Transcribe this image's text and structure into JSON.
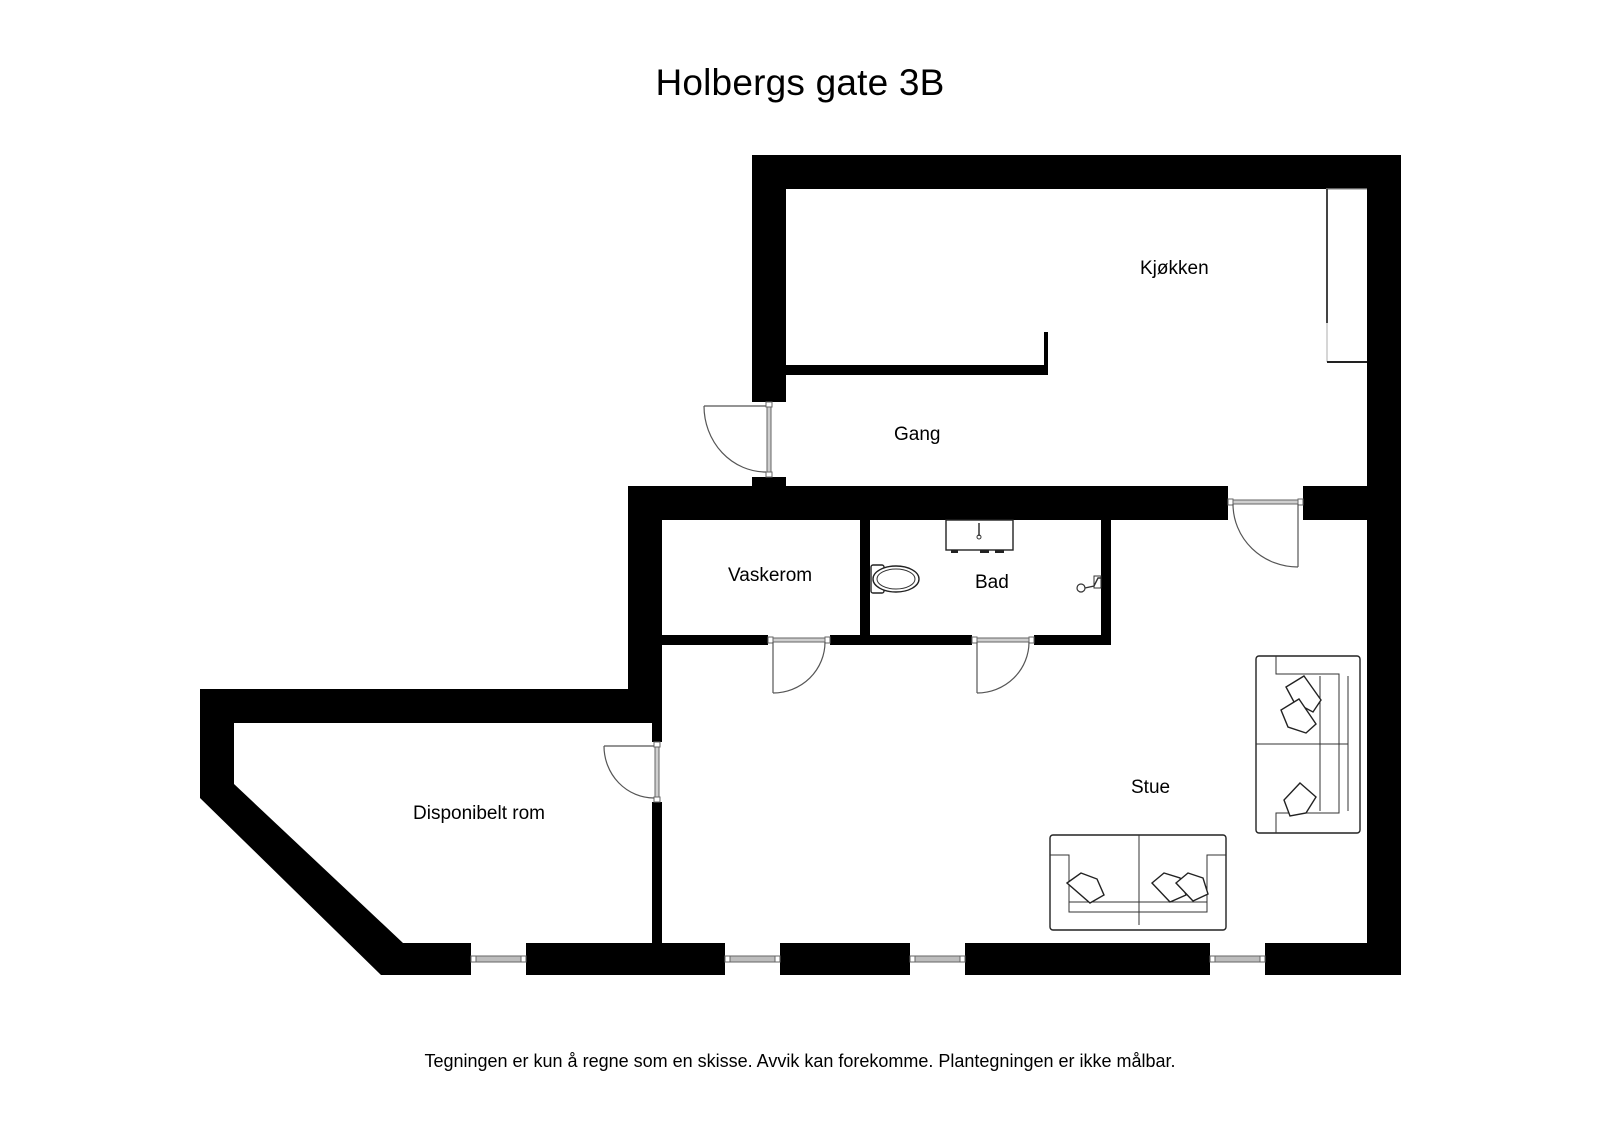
{
  "title": "Holbergs gate 3B",
  "disclaimer": "Tegningen er kun å regne som en skisse. Avvik kan forekomme. Plantegningen er ikke målbar.",
  "rooms": [
    {
      "id": "kjokken",
      "label": "Kjøkken"
    },
    {
      "id": "gang",
      "label": "Gang"
    },
    {
      "id": "vaskerom",
      "label": "Vaskerom"
    },
    {
      "id": "bad",
      "label": "Bad"
    },
    {
      "id": "stue",
      "label": "Stue"
    },
    {
      "id": "disponibelt-rom",
      "label": "Disponibelt rom"
    }
  ],
  "colors": {
    "wall": "#000000",
    "background": "#ffffff",
    "window_glass": "#bdbdbd",
    "door_line": "#555555"
  }
}
